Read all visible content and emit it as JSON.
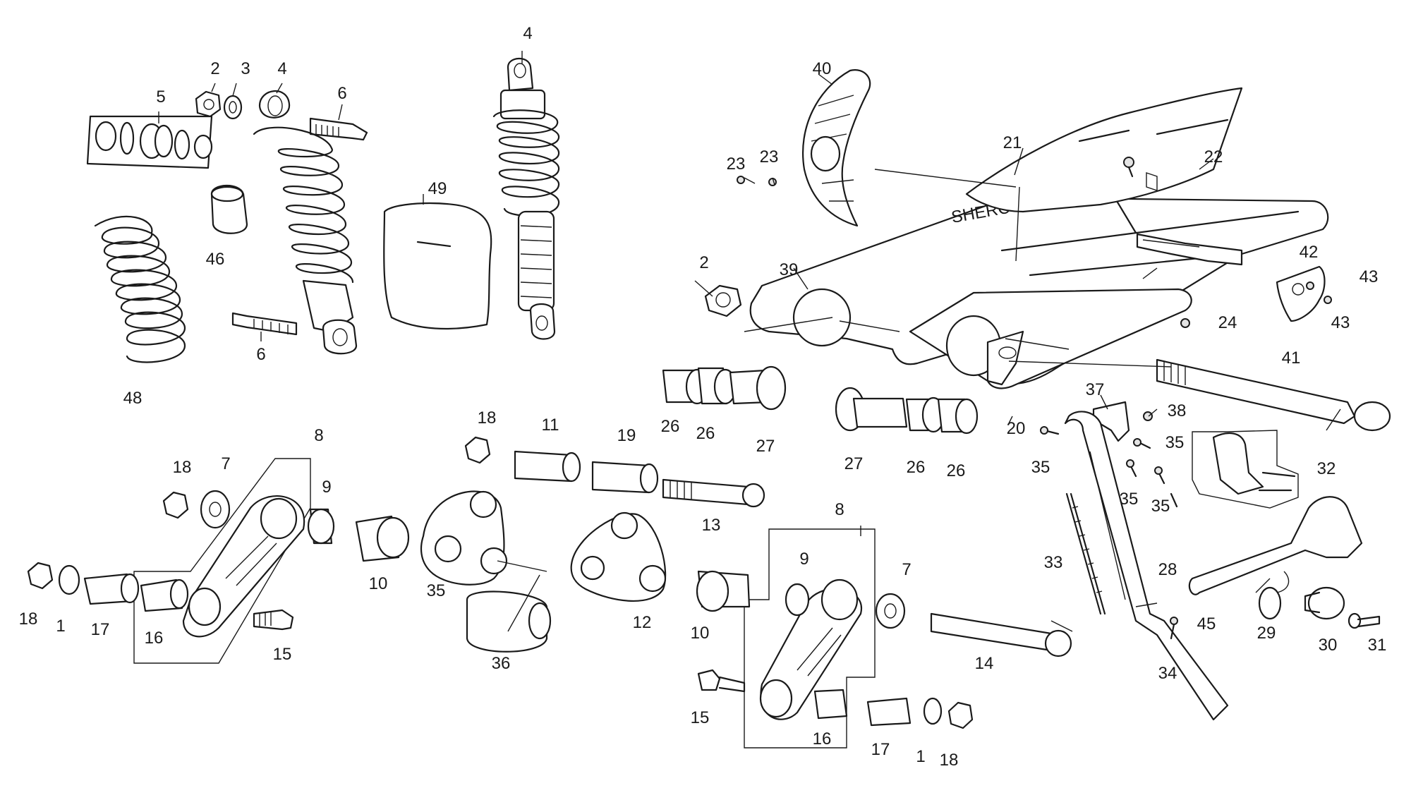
{
  "callouts": [
    "1",
    "2",
    "3",
    "4",
    "5",
    "6",
    "7",
    "8",
    "9",
    "10",
    "11",
    "12",
    "13",
    "14",
    "15",
    "16",
    "17",
    "18",
    "19",
    "20",
    "21",
    "22",
    "23",
    "24",
    "26",
    "27",
    "28",
    "29",
    "30",
    "31",
    "32",
    "33",
    "34",
    "35",
    "36",
    "37",
    "38",
    "39",
    "40",
    "41",
    "42",
    "43",
    "45",
    "46",
    "48",
    "49"
  ],
  "watermark": "SHERCO"
}
